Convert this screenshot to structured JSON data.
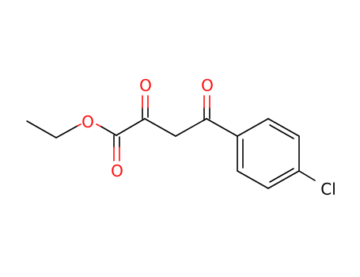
{
  "molecule": {
    "atoms": {
      "o_ester": {
        "label": "O",
        "color": "#ff0d0d"
      },
      "o_ester_carbonyl": {
        "label": "O",
        "color": "#ff0d0d"
      },
      "o_keto_2": {
        "label": "O",
        "color": "#ff0d0d"
      },
      "o_keto_4": {
        "label": "O",
        "color": "#ff0d0d"
      },
      "cl": {
        "label": "Cl",
        "color": "#000000"
      }
    }
  }
}
